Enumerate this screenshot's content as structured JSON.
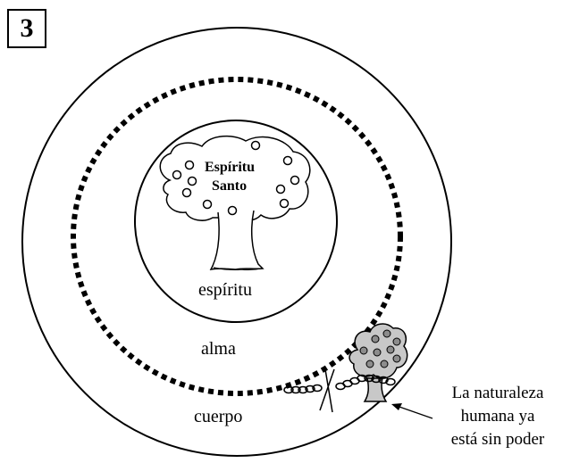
{
  "diagram_number": "3",
  "tree_labels": [
    "Espíritu",
    "Santo"
  ],
  "labels": {
    "espiritu": "espíritu",
    "alma": "alma",
    "cuerpo": "cuerpo"
  },
  "note_lines": [
    "La naturaleza",
    "humana ya",
    "está sin poder"
  ],
  "colors": {
    "line": "#000000",
    "small_tree_fill": "#c8c8c8",
    "small_tree_dots": "#8c8c8c"
  }
}
